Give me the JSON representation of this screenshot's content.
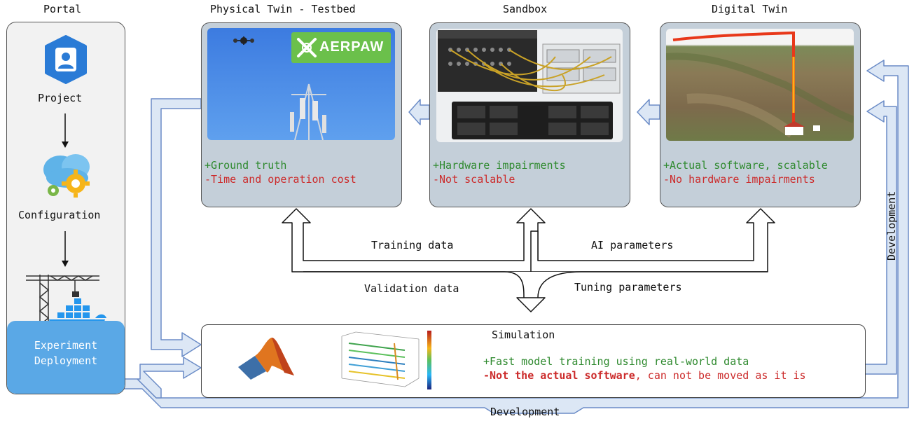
{
  "portal": {
    "title": "Portal",
    "steps": {
      "project": "Project",
      "configuration": "Configuration",
      "deployment_line1": "Experiment",
      "deployment_line2": "Deployment"
    }
  },
  "panels": {
    "physical": {
      "title": "Physical Twin - Testbed",
      "logo_text": "AERPAW",
      "plus": "+Ground truth",
      "minus": "-Time and operation cost"
    },
    "sandbox": {
      "title": "Sandbox",
      "plus": "+Hardware impairments",
      "minus": "-Not scalable"
    },
    "digital": {
      "title": "Digital Twin",
      "plus": "+Actual software, scalable",
      "minus": "-No hardware impairments"
    }
  },
  "simulation": {
    "title": "Simulation",
    "plus": "+Fast model training using real-world data",
    "minus_bold": "-Not the actual software",
    "minus_rest": ", can not be moved as it is"
  },
  "flows": {
    "training_data": "Training data",
    "ai_parameters": "AI parameters",
    "validation_data": "Validation data",
    "tuning_parameters": "Tuning parameters",
    "development_bottom": "Development",
    "development_right": "Development"
  },
  "colors": {
    "panel_fill": "#c4cfd9",
    "arrow_fill": "#dce7f5",
    "arrow_stroke": "#6b8cc7",
    "deploy_fill": "#5aa8e6",
    "plus_text": "#2f8a2f",
    "minus_text": "#cc2b2b"
  }
}
